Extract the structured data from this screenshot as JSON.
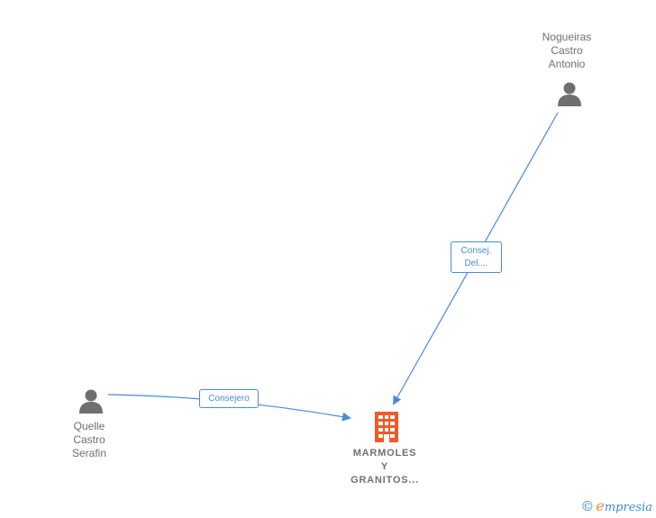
{
  "nodes": {
    "person_top": {
      "lines": [
        "Nogueiras",
        "Castro",
        "Antonio"
      ]
    },
    "person_left": {
      "lines": [
        "Quelle",
        "Castro",
        "Serafin"
      ]
    },
    "company": {
      "lines": [
        "MARMOLES",
        "Y",
        "GRANITOS..."
      ]
    }
  },
  "edges": {
    "top_to_company": {
      "lines": [
        "Consej.",
        "Del...."
      ]
    },
    "left_to_company": {
      "lines": [
        "Consejero"
      ]
    }
  },
  "watermark": {
    "copyright": "©",
    "brand_initial": "e",
    "brand_rest": "mpresia"
  },
  "colors": {
    "edge": "#4a8ad8",
    "person_icon": "#6f6f6f",
    "company_icon": "#f05a28",
    "text": "#6f6f6f"
  },
  "icons": {
    "person": "person-icon",
    "company": "building-icon"
  }
}
